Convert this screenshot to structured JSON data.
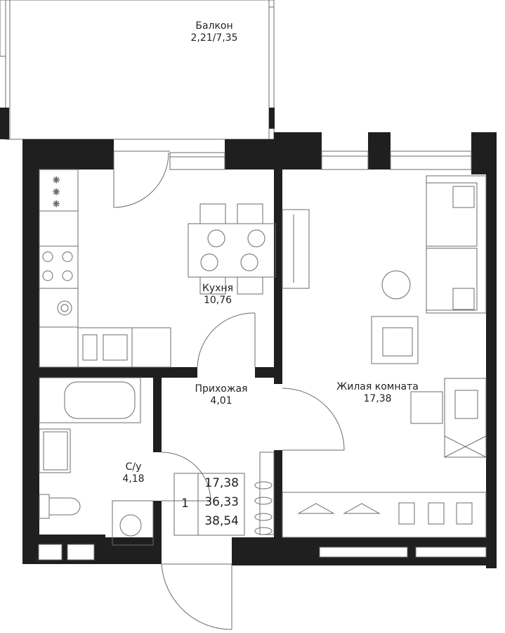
{
  "rooms": {
    "balcony": {
      "name": "Балкон",
      "area": "2,21/7,35"
    },
    "kitchen": {
      "name": "Кухня",
      "area": "10,76"
    },
    "hall": {
      "name": "Прихожая",
      "area": "4,01"
    },
    "living": {
      "name": "Жилая комната",
      "area": "17,38"
    },
    "bath": {
      "name": "С/у",
      "area": "4,18"
    }
  },
  "summary": {
    "rooms_count": "1",
    "living_area": "17,38",
    "total_area": "36,33",
    "total_with_balcony": "38,54"
  },
  "colors": {
    "wall": "#1f1f1f",
    "line": "#6b6b6b",
    "furniture": "#444444"
  }
}
